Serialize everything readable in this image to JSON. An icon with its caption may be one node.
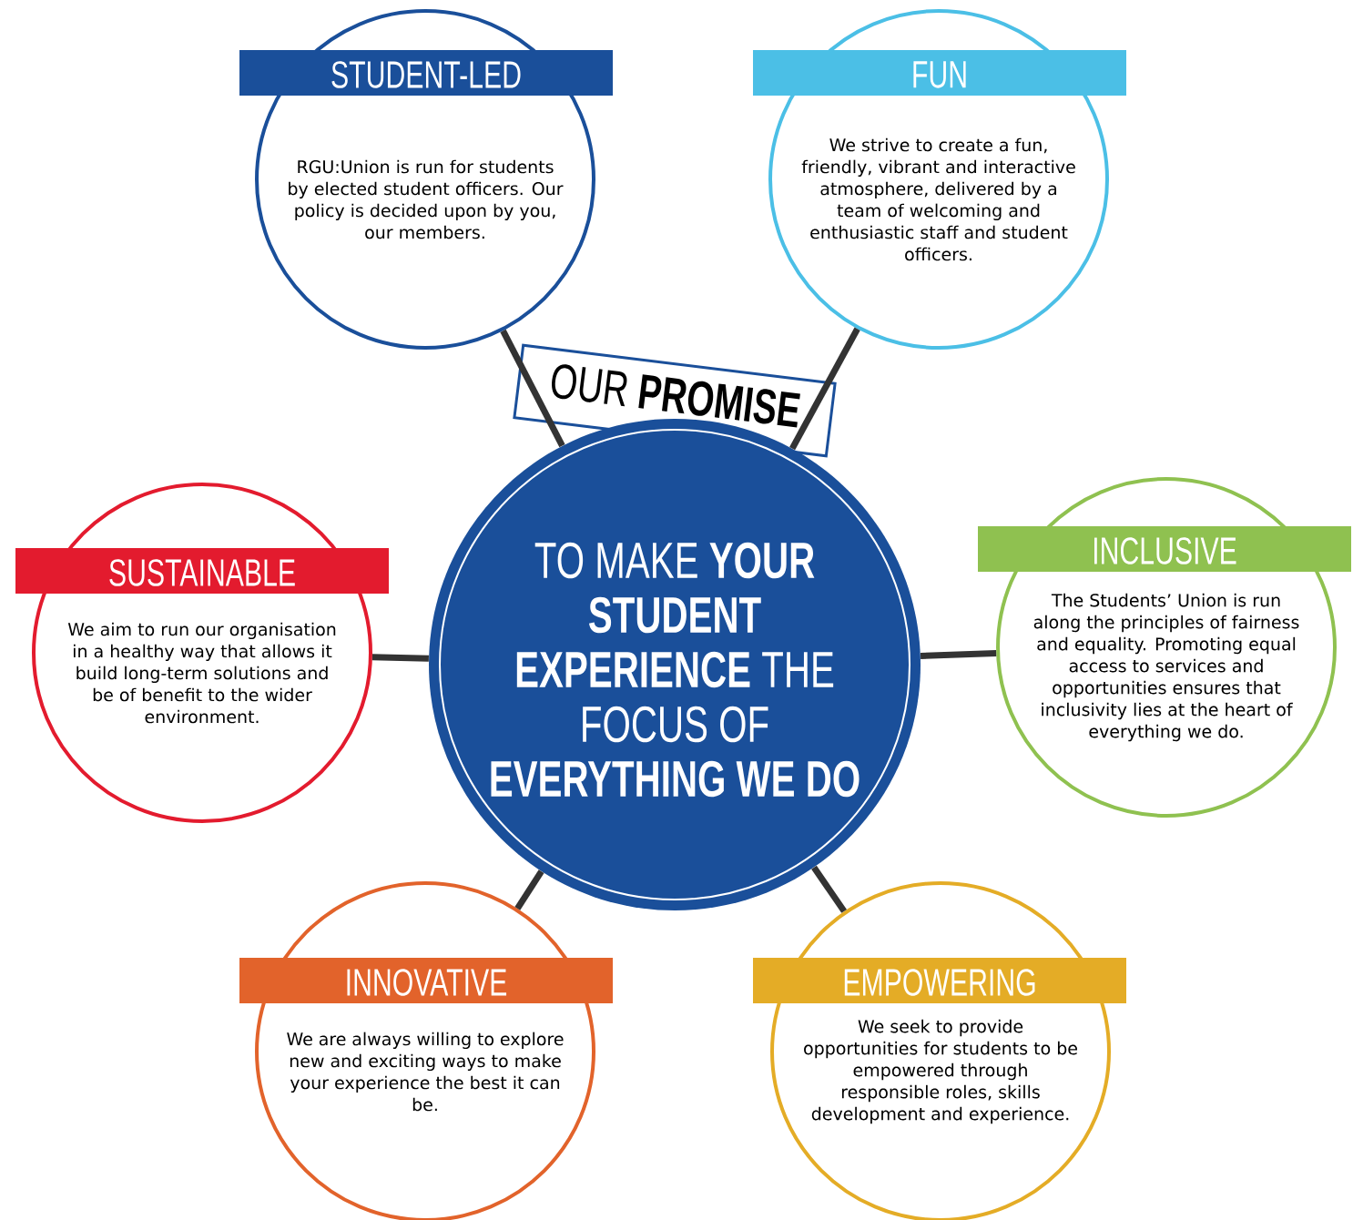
{
  "diagram": {
    "nodes": [
      {
        "text": [
          "STUDENT-LED",
          "RGU:Union is run for students by elected student officers. Our policy is decided upon by you, our members."
        ]
      },
      {
        "text": [
          "FUN",
          "We strive to create a fun, friendly, vibrant and interactive atmosphere, delivered by a team of welcoming and enthusiastic staff and student officers."
        ]
      },
      {
        "text": [
          "OUR **PROMISE**",
          "TO MAKE **YOUR STUDENT EXPERIENCE** THE FOCUS OF **EVERYTHING WE DO**"
        ]
      },
      {
        "text": [
          "SUSTAINABLE",
          "We aim to run our organisation in a healthy way that allows it build long-term solutions and be of benefit to the wider environment."
        ]
      },
      {
        "text": [
          "INCLUSIVE",
          "The Students’ Union is run along the principles of fairness and equality. Promoting equal access to services and opportunities ensures that inclusivity lies at the heart of everything we do."
        ]
      },
      {
        "text": [
          "INNOVATIVE",
          "We are always willing to explore new and exciting ways to make your experience the best it can be."
        ]
      },
      {
        "text": [
          "EMPOWERING",
          "We seek to provide opportunities for students to be empowered through responsible roles, skills development and experience."
        ]
      }
    ],
    "edges": [
      {
        "from": 2,
        "to": 0,
        "arrow": "none"
      },
      {
        "from": 2,
        "to": 1,
        "arrow": "none"
      },
      {
        "from": 2,
        "to": 3,
        "arrow": "none"
      },
      {
        "from": 2,
        "to": 4,
        "arrow": "none"
      },
      {
        "from": 2,
        "to": 5,
        "arrow": "none"
      },
      {
        "from": 2,
        "to": 6,
        "arrow": "none"
      }
    ]
  }
}
